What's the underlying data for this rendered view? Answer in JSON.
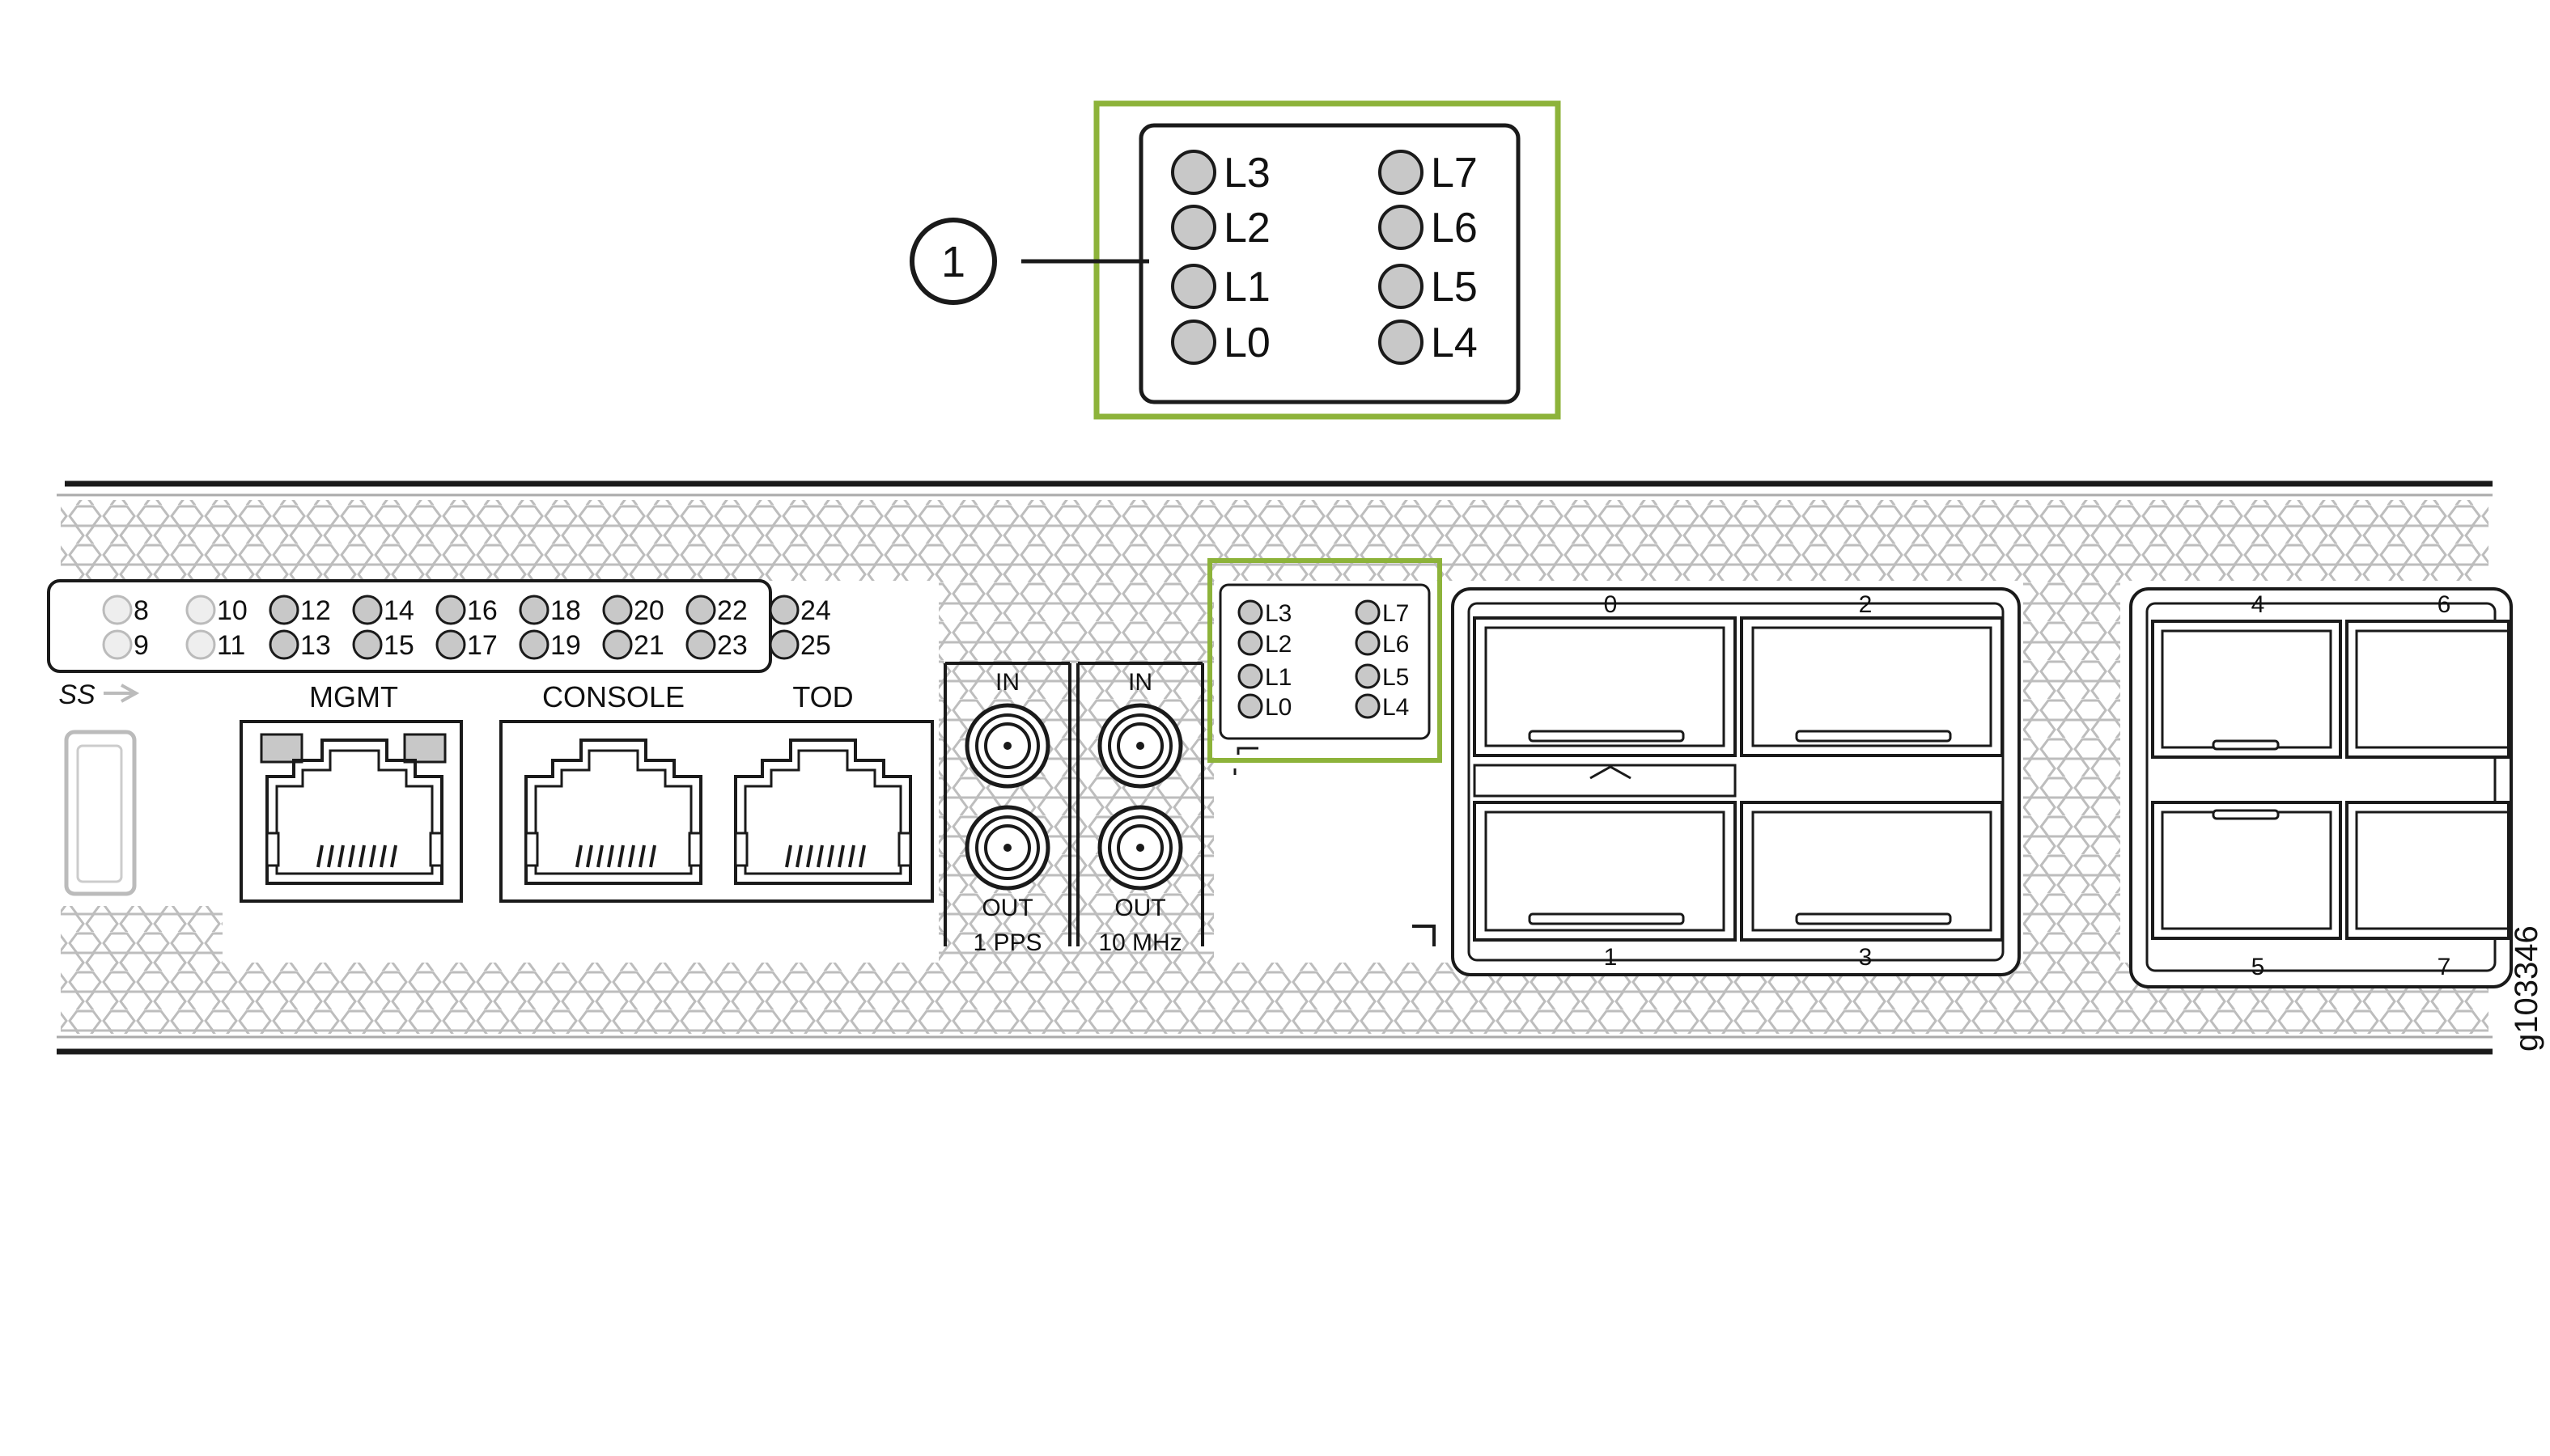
{
  "callout": {
    "number": "1",
    "leds_left": [
      "L3",
      "L2",
      "L1",
      "L0"
    ],
    "leds_right": [
      "L7",
      "L6",
      "L5",
      "L4"
    ]
  },
  "port_leds": {
    "top_row": [
      "8",
      "10",
      "12",
      "14",
      "16",
      "18",
      "20",
      "22",
      "24"
    ],
    "bottom_row": [
      "9",
      "11",
      "13",
      "15",
      "17",
      "19",
      "21",
      "23",
      "25"
    ]
  },
  "usb_label": "SS",
  "ports": {
    "mgmt": "MGMT",
    "console": "CONSOLE",
    "tod": "TOD"
  },
  "coax": {
    "in_label": "IN",
    "out_label": "OUT",
    "pps_label": "1 PPS",
    "mhz_label": "10 MHz"
  },
  "status_leds": {
    "left": [
      "L3",
      "L2",
      "L1",
      "L0"
    ],
    "right": [
      "L7",
      "L6",
      "L5",
      "L4"
    ]
  },
  "qsfp_ports": {
    "top": [
      "0",
      "2"
    ],
    "bottom": [
      "1",
      "3"
    ]
  },
  "sfp_ports": {
    "top": [
      "4",
      "6"
    ],
    "bottom": [
      "5",
      "7"
    ]
  },
  "figure_id": "g103346",
  "colors": {
    "highlight": "#8DB33A",
    "led_fill": "#C8C8C8",
    "hex_stroke": "#BDBDBD",
    "line": "#1A1A1A"
  }
}
